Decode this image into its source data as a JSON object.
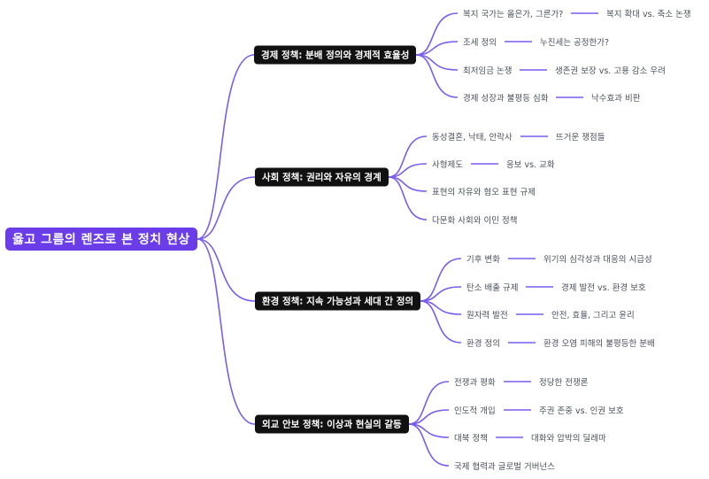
{
  "colors": {
    "root": "#6a3de8",
    "branch": "#111111",
    "link": "#7b5cf0",
    "text": "#4a4f5c"
  },
  "root": {
    "label": "옳고 그름의 렌즈로 본 정치 현상"
  },
  "branches": [
    {
      "label": "경제 정책: 분배 정의와 경제적 효율성",
      "children": [
        {
          "label": "복지 국가는 옳은가, 그른가?",
          "detail": "복지 확대 vs. 축소 논쟁"
        },
        {
          "label": "조세 정의",
          "detail": "누진세는 공정한가?"
        },
        {
          "label": "최저임금 논쟁",
          "detail": "생존권 보장 vs. 고용 감소 우려"
        },
        {
          "label": "경제 성장과 불평등 심화",
          "detail": "낙수효과 비판"
        }
      ]
    },
    {
      "label": "사회 정책: 권리와 자유의 경계",
      "children": [
        {
          "label": "동성결혼, 낙태, 안락사",
          "detail": "뜨거운 쟁점들"
        },
        {
          "label": "사형제도",
          "detail": "응보 vs. 교화"
        },
        {
          "label": "표현의 자유와 혐오 표현 규제"
        },
        {
          "label": "다문화 사회와 이민 정책"
        }
      ]
    },
    {
      "label": "환경 정책: 지속 가능성과 세대 간 정의",
      "children": [
        {
          "label": "기후 변화",
          "detail": "위기의 심각성과 대응의 시급성"
        },
        {
          "label": "탄소 배출 규제",
          "detail": "경제 발전 vs. 환경 보호"
        },
        {
          "label": "원자력 발전",
          "detail": "안전, 효율, 그리고 윤리"
        },
        {
          "label": "환경 정의",
          "detail": "환경 오염 피해의 불평등한 분배"
        }
      ]
    },
    {
      "label": "외교 안보 정책: 이상과 현실의 갈등",
      "children": [
        {
          "label": "전쟁과 평화",
          "detail": "정당한 전쟁론"
        },
        {
          "label": "인도적 개입",
          "detail": "주권 존중 vs. 인권 보호"
        },
        {
          "label": "대북 정책",
          "detail": "대화와 압박의 딜레마"
        },
        {
          "label": "국제 협력과 글로벌 거버넌스"
        }
      ]
    }
  ]
}
